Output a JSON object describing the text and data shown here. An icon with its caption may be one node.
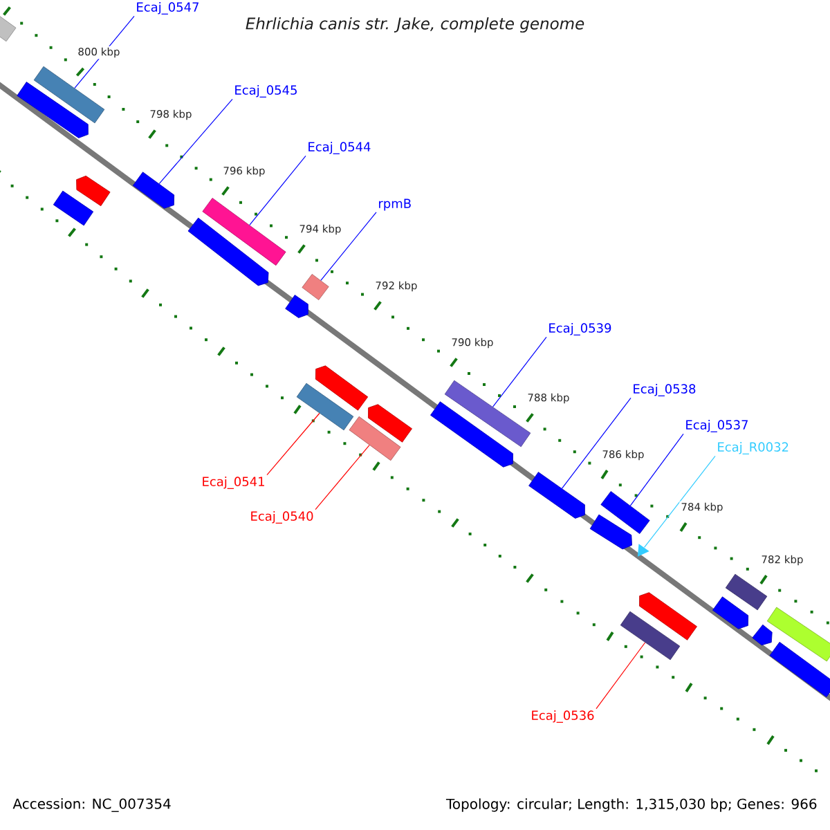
{
  "diagram": {
    "title": "Ehrlichia canis str. Jake, complete genome",
    "nodes": [
      {
        "text": [
          "Ecaj_0547"
        ]
      },
      {
        "text": [
          "Ecaj_0545"
        ]
      },
      {
        "text": [
          "Ecaj_0544"
        ]
      },
      {
        "text": [
          "rpmB"
        ]
      },
      {
        "text": [
          "Ecaj_0539"
        ]
      },
      {
        "text": [
          "Ecaj_0538"
        ]
      },
      {
        "text": [
          "Ecaj_0537"
        ]
      },
      {
        "text": [
          "Ecaj_R0032"
        ]
      },
      {
        "text": [
          "Ecaj_0541"
        ]
      },
      {
        "text": [
          "Ecaj_0540"
        ]
      },
      {
        "text": [
          "Ecaj_0536"
        ]
      },
      {
        "text": [],
        "shape": "bar"
      },
      {
        "text": [],
        "shape": "bar"
      },
      {
        "text": [],
        "shape": "bar"
      },
      {
        "text": [],
        "shape": "bar"
      },
      {
        "text": [],
        "shape": "bar"
      },
      {
        "text": [],
        "shape": "bar"
      },
      {
        "text": [],
        "shape": "bar"
      },
      {
        "text": [],
        "shape": "triangle"
      },
      {
        "text": [],
        "shape": "bar"
      },
      {
        "text": [],
        "shape": "bar"
      },
      {
        "text": [],
        "shape": "bar"
      },
      {
        "text": [],
        "shape": "bar"
      },
      {
        "text": [],
        "shape": "bar"
      },
      {
        "text": [],
        "shape": "bar"
      },
      {
        "text": [],
        "shape": "bar"
      },
      {
        "text": [],
        "shape": "bar"
      },
      {
        "text": [],
        "shape": "bar"
      },
      {
        "text": [],
        "shape": "bar"
      },
      {
        "text": [],
        "shape": "bar"
      },
      {
        "text": [],
        "shape": "bar"
      },
      {
        "text": [],
        "shape": "bar"
      },
      {
        "text": [],
        "shape": "bar"
      },
      {
        "text": [],
        "shape": "bar"
      },
      {
        "text": [],
        "shape": "bar"
      },
      {
        "text": [],
        "shape": "bar"
      },
      {
        "text": [],
        "shape": "bar"
      },
      {
        "text": [],
        "shape": "bar"
      }
    ],
    "edges": [
      {
        "from": 0,
        "to": 11,
        "arrow": "none"
      },
      {
        "from": 1,
        "to": 12,
        "arrow": "none"
      },
      {
        "from": 2,
        "to": 13,
        "arrow": "none"
      },
      {
        "from": 3,
        "to": 14,
        "arrow": "none"
      },
      {
        "from": 4,
        "to": 15,
        "arrow": "none"
      },
      {
        "from": 5,
        "to": 16,
        "arrow": "none"
      },
      {
        "from": 6,
        "to": 17,
        "arrow": "none"
      },
      {
        "from": 7,
        "to": 18,
        "arrow": "none",
        "color": "#33ccff"
      },
      {
        "from": 8,
        "to": 19,
        "arrow": "none",
        "color": "#ff0000"
      },
      {
        "from": 9,
        "to": 20,
        "arrow": "none",
        "color": "#ff0000"
      },
      {
        "from": 10,
        "to": 21,
        "arrow": "none",
        "color": "#ff0000"
      }
    ],
    "labels": [
      "800 kbp",
      "798 kbp",
      "796 kbp",
      "794 kbp",
      "792 kbp",
      "790 kbp",
      "788 kbp",
      "786 kbp",
      "784 kbp",
      "782 kbp",
      "Accession: NC_007354",
      "Topology: circular; Length: 1,315,030 bp; Genes: 966"
    ]
  }
}
